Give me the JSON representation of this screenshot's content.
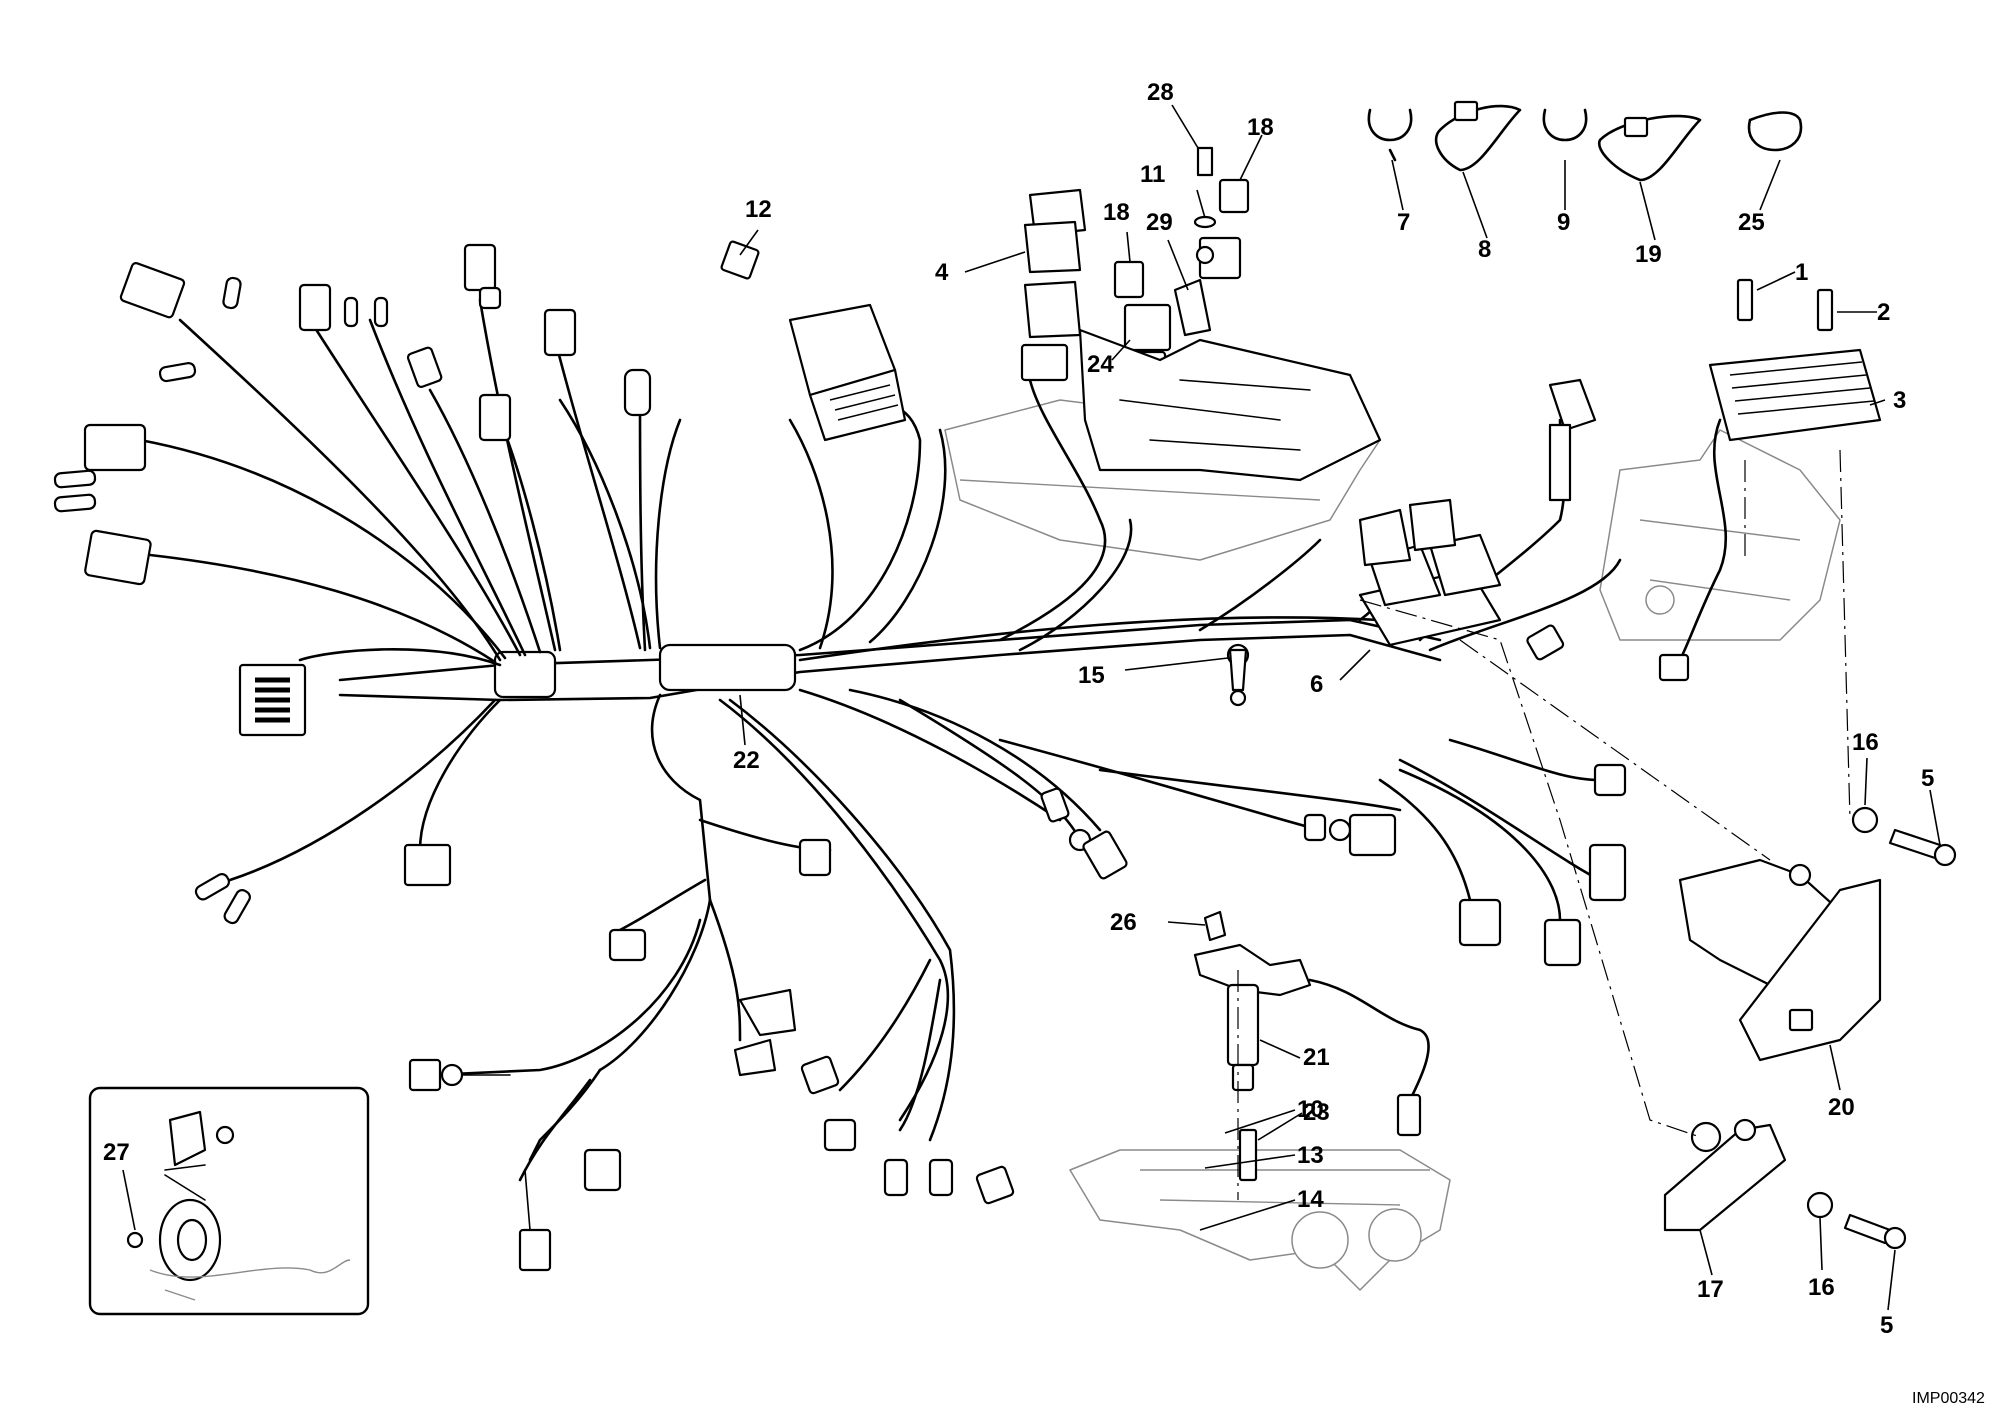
{
  "diagram": {
    "reference_code": "IMP00342",
    "callouts": [
      {
        "id": "c1",
        "text": "1"
      },
      {
        "id": "c2",
        "text": "2"
      },
      {
        "id": "c3",
        "text": "3"
      },
      {
        "id": "c4",
        "text": "4"
      },
      {
        "id": "c5a",
        "text": "5"
      },
      {
        "id": "c5b",
        "text": "5"
      },
      {
        "id": "c6",
        "text": "6"
      },
      {
        "id": "c7",
        "text": "7"
      },
      {
        "id": "c8",
        "text": "8"
      },
      {
        "id": "c9",
        "text": "9"
      },
      {
        "id": "c10",
        "text": "10"
      },
      {
        "id": "c11",
        "text": "11"
      },
      {
        "id": "c12",
        "text": "12"
      },
      {
        "id": "c13",
        "text": "13"
      },
      {
        "id": "c14",
        "text": "14"
      },
      {
        "id": "c15",
        "text": "15"
      },
      {
        "id": "c16a",
        "text": "16"
      },
      {
        "id": "c16b",
        "text": "16"
      },
      {
        "id": "c17",
        "text": "17"
      },
      {
        "id": "c18a",
        "text": "18"
      },
      {
        "id": "c18b",
        "text": "18"
      },
      {
        "id": "c19",
        "text": "19"
      },
      {
        "id": "c20",
        "text": "20"
      },
      {
        "id": "c21",
        "text": "21"
      },
      {
        "id": "c22",
        "text": "22"
      },
      {
        "id": "c23",
        "text": "23"
      },
      {
        "id": "c24",
        "text": "24"
      },
      {
        "id": "c25",
        "text": "25"
      },
      {
        "id": "c26",
        "text": "26"
      },
      {
        "id": "c27",
        "text": "27"
      },
      {
        "id": "c28",
        "text": "28"
      },
      {
        "id": "c29",
        "text": "29"
      }
    ]
  }
}
